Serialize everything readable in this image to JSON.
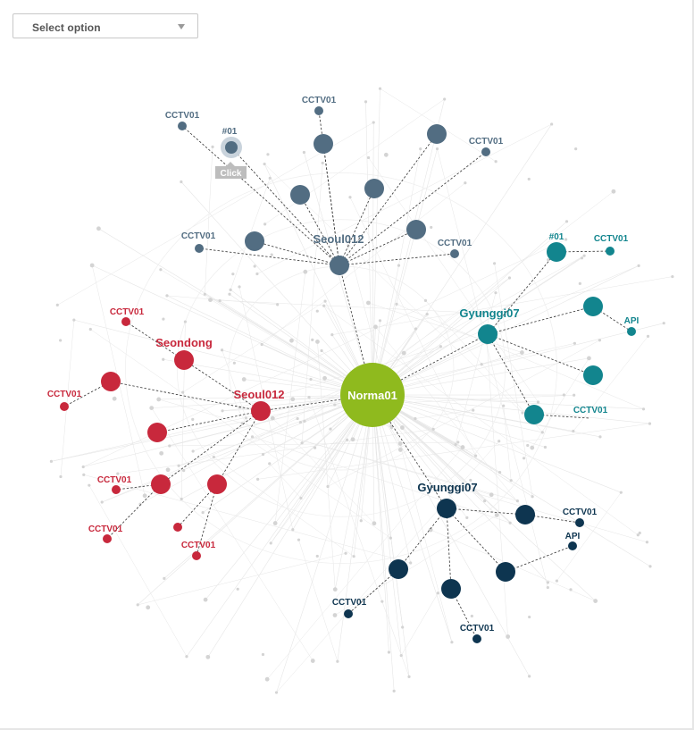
{
  "select": {
    "label": "Select option"
  },
  "tooltip": {
    "label": "Click"
  },
  "colors": {
    "center": "#8fba1e",
    "slate": "#526d82",
    "red": "#c8283c",
    "teal": "#12858e",
    "navy": "#0e3550",
    "bg_node": "#d4d4d4",
    "bg_edge": "#e6e6e6",
    "link": "#333333"
  },
  "graph": {
    "center": {
      "label": "Norma01"
    },
    "hubs": [
      {
        "id": "seoul012_top",
        "label": "Seoul012",
        "group": "slate"
      },
      {
        "id": "gyunggi07_right",
        "label": "Gyunggi07",
        "group": "teal"
      },
      {
        "id": "seondong",
        "label": "Seondong",
        "group": "red"
      },
      {
        "id": "seoul012_left",
        "label": "Seoul012",
        "group": "red"
      },
      {
        "id": "gyunggi07_bottom",
        "label": "Gyunggi07",
        "group": "navy"
      }
    ],
    "leaf_labels": {
      "cctv": "CCTV01",
      "api": "API",
      "num": "#01"
    }
  }
}
